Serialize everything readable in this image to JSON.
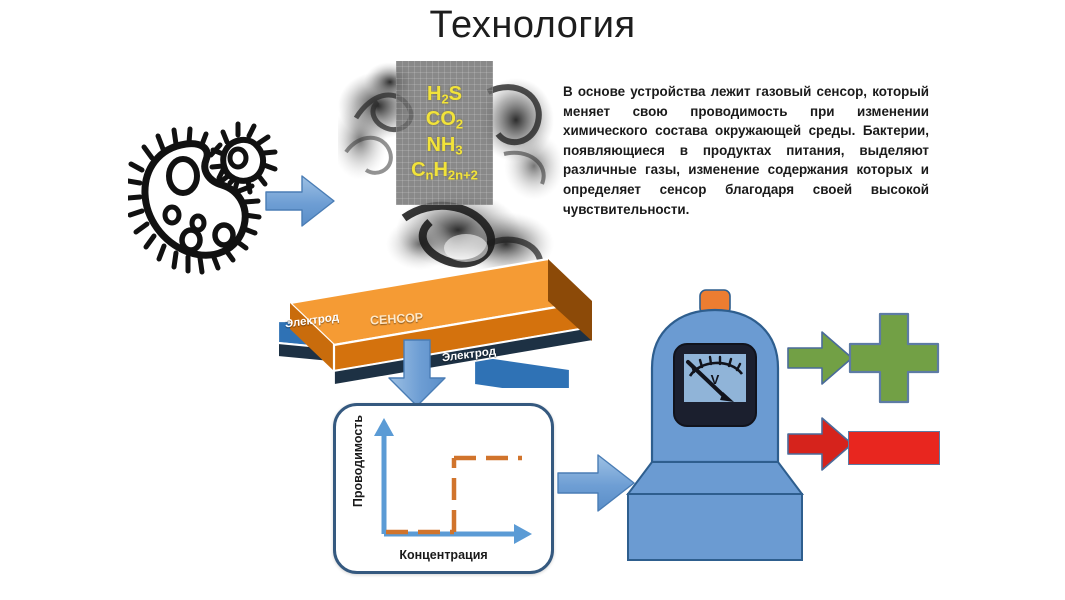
{
  "title": "Технология",
  "description": "В основе устройства лежит газовый сенсор, который меняет свою проводимость при изменении химического состава окружающей среды. Бактерии, появляющиеся в продуктах питания, выделяют различные газы, изменение содержания которых и определяет сенсор благодаря своей высокой чувствительности.",
  "gas_panel": {
    "formulas": [
      {
        "main_1": "H",
        "sub_1": "2",
        "main_2": "S",
        "sub_2": ""
      },
      {
        "main_1": "CO",
        "sub_1": "2",
        "main_2": "",
        "sub_2": ""
      },
      {
        "main_1": "NH",
        "sub_1": "3",
        "main_2": "",
        "sub_2": ""
      },
      {
        "main_1": "C",
        "sub_1": "n",
        "main_2": "H",
        "sub_2": "2n+2"
      }
    ],
    "formula_text": [
      "H2S",
      "CO2",
      "NH3",
      "CnH2n+2"
    ],
    "text_color": "#f2e33a",
    "panel_color": "#6c6c6c"
  },
  "sensor": {
    "label": "СЕНСОР",
    "electrode_left": "Электрод",
    "electrode_right": "Электрод",
    "top_color": "#f59b34",
    "side_color": "#d4720d",
    "electrode_color": "#2f72b5",
    "base_color": "#1d3144"
  },
  "chart": {
    "ylabel": "Проводимость",
    "xlabel": "Концентрация",
    "axis_color": "#5b9bd5",
    "curve_color": "#d1742c",
    "card_border": "#35597f"
  },
  "chart_data": {
    "type": "line",
    "title": "",
    "xlabel": "Концентрация",
    "ylabel": "Проводимость",
    "x": [
      0,
      1,
      2,
      3,
      4,
      5,
      6,
      7,
      8
    ],
    "y": [
      0,
      0,
      0,
      0,
      0,
      1,
      1,
      1,
      1
    ],
    "xlim": [
      0,
      8
    ],
    "ylim": [
      0,
      1.2
    ],
    "grid": false,
    "legend": false,
    "series": [
      {
        "name": "Проводимость",
        "values": [
          0,
          0,
          0,
          0,
          0,
          1,
          1,
          1,
          1
        ],
        "style": "dashed-step",
        "color": "#d1742c"
      }
    ],
    "annotations": [
      "step increase at threshold concentration"
    ]
  },
  "device": {
    "name": "voltmeter",
    "gauge_unit": "V",
    "body_color": "#6b9bd2",
    "cap_color": "#ed7d31",
    "screen_color": "#1b1f2e",
    "outline_color": "#2e5e8e"
  },
  "results": {
    "positive": {
      "icon": "plus-sign",
      "color": "#72a045"
    },
    "negative": {
      "icon": "minus-bar",
      "color": "#e8261f"
    }
  },
  "arrows": {
    "bacteria_to_gas": {
      "direction": "right",
      "color": "#6e9ed4"
    },
    "gas_to_chart": {
      "direction": "down",
      "color": "#6e9ed4"
    },
    "chart_to_device": {
      "direction": "right",
      "color": "#6e9ed4"
    },
    "device_to_positive": {
      "direction": "right",
      "color": "#72a045"
    },
    "device_to_negative": {
      "direction": "right",
      "color": "#d6231c"
    }
  },
  "bacteria": {
    "label": "bacteria-illustration",
    "color": "#111111"
  }
}
